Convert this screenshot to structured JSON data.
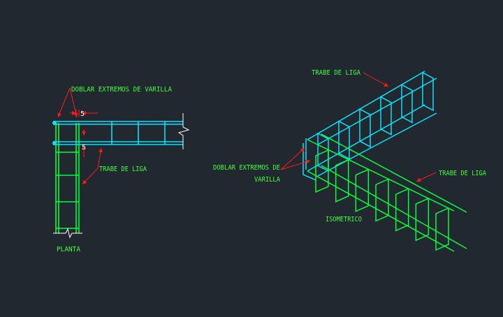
{
  "colors": {
    "background": "#212830",
    "plan_rebar": "#00ff3c",
    "trabe_rebar": "#00e5ff",
    "annotation": "#ff1a1a",
    "label_text": "#3dff3d",
    "dimension_text": "#ffffff",
    "break_line": "#ffffff"
  },
  "plan": {
    "title": "PLANTA",
    "label_bend": "DOBLAR EXTREMOS DE VARILLA",
    "label_beam": "TRABE DE LIGA",
    "dim_horizontal": "5",
    "dim_vertical": "5"
  },
  "iso": {
    "title": "ISOMETRICO",
    "label_beam_top": "TRABE DE LIGA",
    "label_beam_right": "TRABE DE LIGA",
    "label_bend_line1": "DOBLAR EXTREMOS DE",
    "label_bend_line2": "VARILLA"
  }
}
